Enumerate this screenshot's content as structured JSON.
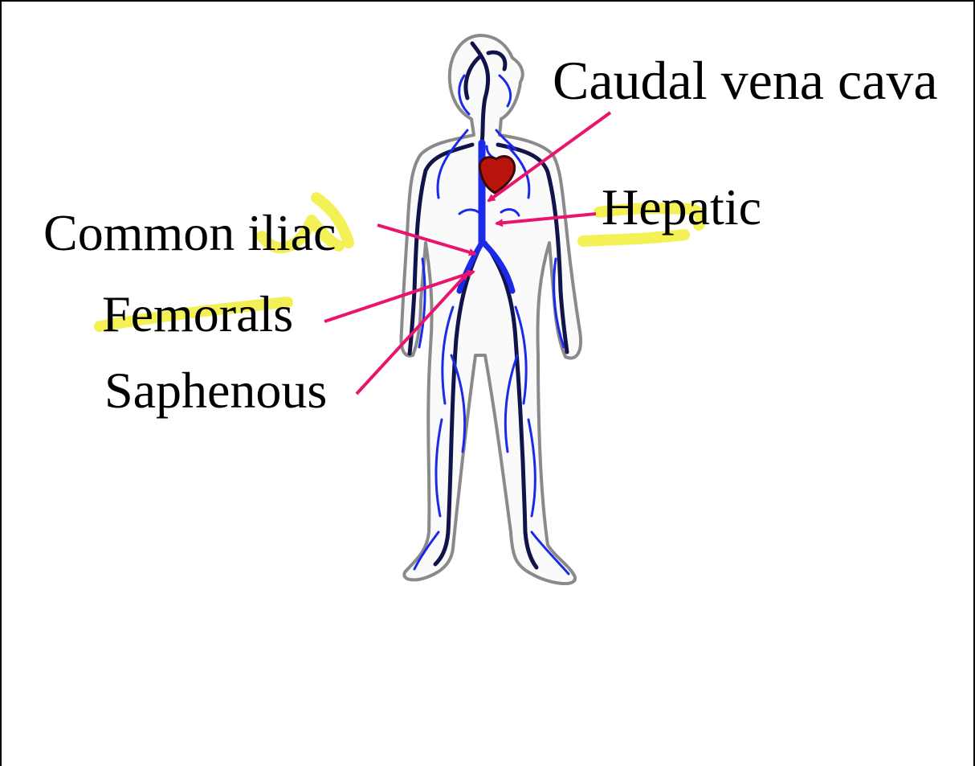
{
  "labels": {
    "caudal_vena_cava": "Caudal vena cava",
    "hepatic": "Hepatic",
    "common_iliac": "Common iliac",
    "femorals": "Femorals",
    "saphenous": "Saphenous"
  },
  "colors": {
    "arrow": "#e8146e",
    "highlight": "#f2ee3a",
    "vein_light": "#1a2ae8",
    "vein_dark": "#10144a",
    "heart": "#b8140c",
    "outline": "#8a8a8a"
  }
}
